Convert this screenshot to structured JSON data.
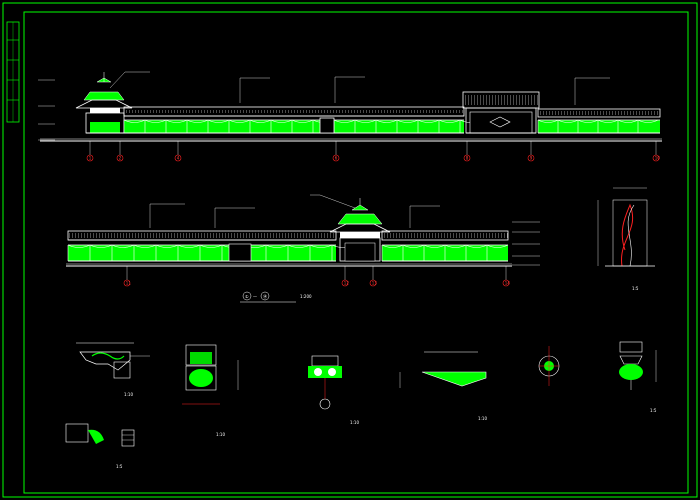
{
  "title_block": {
    "labels": [
      "",
      "",
      "",
      "",
      ""
    ]
  },
  "elevation_1": {
    "callouts": [
      {
        "text": ""
      },
      {
        "text": ""
      },
      {
        "text": ""
      },
      {
        "text": ""
      }
    ],
    "level_marks": [
      "",
      "",
      "",
      ""
    ],
    "axes": [
      "1",
      "2",
      "4",
      "6",
      "8",
      "9",
      "10"
    ]
  },
  "elevation_2": {
    "callouts": [
      {
        "text": ""
      },
      {
        "text": ""
      },
      {
        "text": ""
      },
      {
        "text": ""
      }
    ],
    "level_marks": [
      "",
      "",
      "",
      "",
      ""
    ],
    "axes": [
      "11",
      "12",
      "13",
      "14"
    ],
    "caption": {
      "prefix": "①",
      "mid": "—",
      "suffix": "⑭",
      "scale": "1:200"
    }
  },
  "details": [
    {
      "caption": "",
      "scale": "1:10"
    },
    {
      "caption": "",
      "scale": "1:10"
    },
    {
      "caption": "",
      "scale": "1:10"
    },
    {
      "caption": "",
      "scale": "1:10"
    },
    {
      "caption": "",
      "scale": ""
    },
    {
      "caption": "",
      "scale": "1:5"
    },
    {
      "caption": "",
      "scale": "1:5"
    },
    {
      "caption": "",
      "scale": "1:5"
    }
  ],
  "colors": {
    "frame": "#00ff00",
    "line": "#ffffff",
    "fill": "#00ff00",
    "red": "#ff2020",
    "yellow": "#ffff00",
    "cyan": "#00ffff"
  }
}
